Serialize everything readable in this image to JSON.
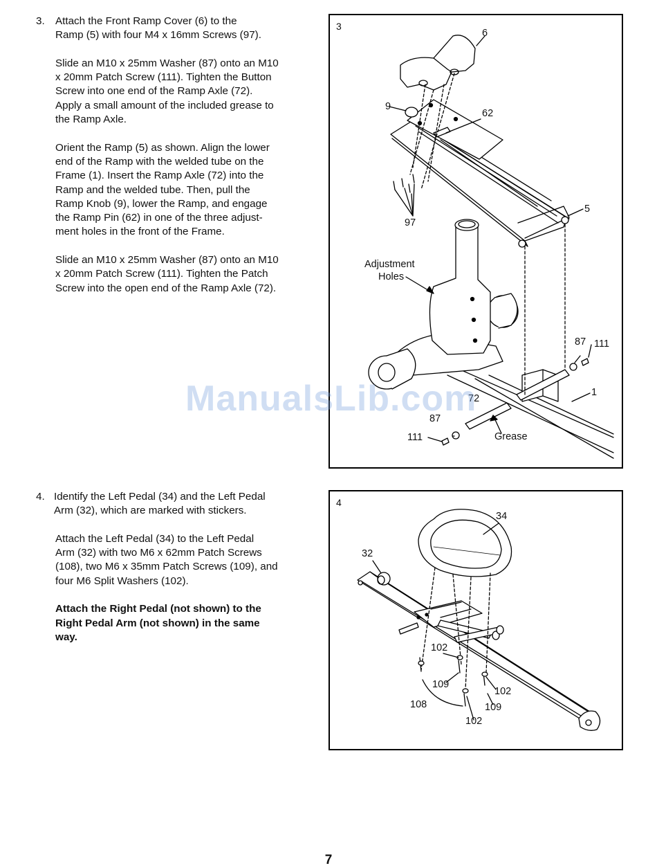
{
  "step3": {
    "number": "3.",
    "paragraphs": [
      [
        "Attach the Front Ramp Cover (6) to the",
        "Ramp (5) with four M4 x 16mm Screws (97)."
      ],
      [
        "Slide an M10 x 25mm Washer (87) onto an M10",
        "x 20mm Patch Screw (111). Tighten the Button",
        "Screw into one end of the Ramp Axle (72).",
        "Apply a small amount of the included grease to",
        "the Ramp Axle."
      ],
      [
        "Orient the Ramp (5) as shown. Align the lower",
        "end of the Ramp with the welded tube on the",
        "Frame (1). Insert the Ramp Axle (72) into the",
        "Ramp and the welded tube. Then, pull the",
        "Ramp Knob (9), lower the Ramp, and engage",
        "the Ramp Pin (62) in one of the three adjust-",
        "ment holes in the front of the Frame."
      ],
      [
        "Slide an M10 x 25mm Washer (87) onto an M10",
        "x 20mm Patch Screw (111). Tighten the Patch",
        "Screw into the open end of the Ramp Axle (72)."
      ]
    ]
  },
  "step4": {
    "number": "4.",
    "paragraphs": [
      [
        "Identify the Left Pedal (34) and the Left Pedal",
        "Arm (32), which are marked with stickers."
      ],
      [
        "Attach the Left Pedal (34) to the Left Pedal",
        "Arm (32) with two M6 x 62mm Patch Screws",
        "(108), two M6 x 35mm Patch Screws (109), and",
        "four M6 Split Washers (102)."
      ]
    ],
    "bold_paragraph": [
      "Attach the Right Pedal (not shown) to the",
      "Right Pedal Arm (not shown) in the same",
      "way."
    ]
  },
  "figure3": {
    "number": "3",
    "labels": {
      "cover": "6",
      "knob": "9",
      "pin": "62",
      "ramp": "5",
      "screws_97": "97",
      "adjustment_holes_1": "Adjustment",
      "adjustment_holes_2": "Holes",
      "washer_right": "87",
      "screw_right": "111",
      "frame": "1",
      "axle": "72",
      "washer_left": "87",
      "screw_left": "111",
      "grease": "Grease"
    }
  },
  "figure4": {
    "number": "4",
    "labels": {
      "pedal": "34",
      "pedal_arm": "32",
      "washer_102_top": "102",
      "screw_109_left": "109",
      "screw_108": "108",
      "washer_102_right": "102",
      "screw_109_right": "109",
      "washer_102_bottom": "102"
    }
  },
  "watermark": "ManualsLib.com",
  "page_number": "7"
}
